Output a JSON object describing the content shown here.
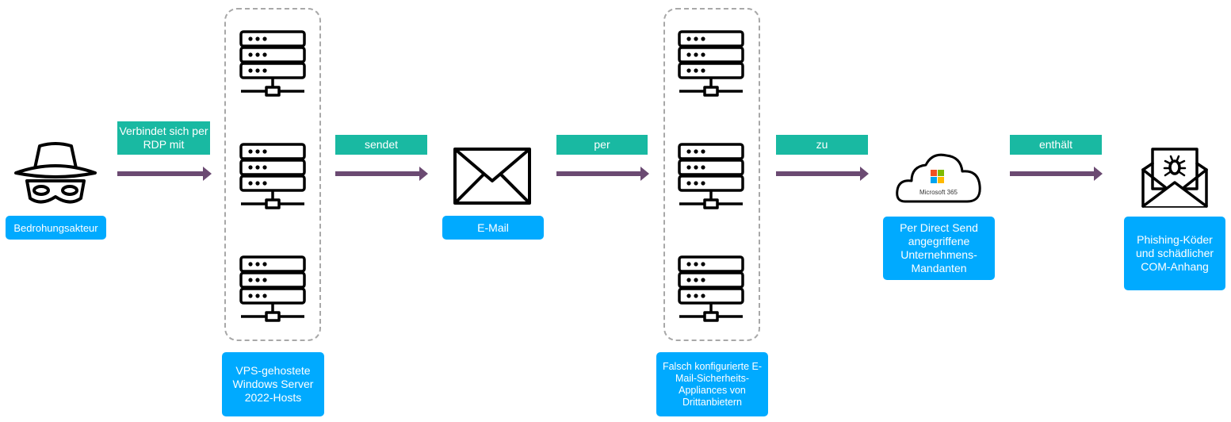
{
  "nodes": {
    "threat_actor": "Bedrohungsakteur",
    "vps_hosts": "VPS-gehostete Windows Server 2022-Hosts",
    "email": "E-Mail",
    "appliances": "Falsch konfigurierte E-Mail-Sicherheits-Appliances von Drittanbietern",
    "tenants": "Per Direct Send angegriffene Unternehmens-Mandanten",
    "payload": "Phishing-Köder und schädlicher COM-Anhang"
  },
  "edges": {
    "rdp": "Verbindet sich per RDP mit",
    "sends": "sendet",
    "via": "per",
    "to": "zu",
    "contains": "enthält"
  },
  "cloud_label": "Microsoft 365",
  "colors": {
    "node_fill": "#00aaff",
    "edge_label_fill": "#19b9a2",
    "arrow": "#6b4a72"
  }
}
